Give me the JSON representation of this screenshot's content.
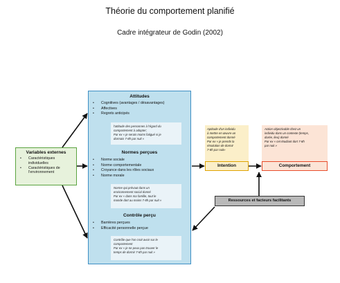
{
  "title": "Théorie du comportement planifié",
  "subtitle": "Cadre intégrateur de Godin (2002)",
  "attitudes": {
    "heading": "Attitudes",
    "items": [
      "Cognitives (avantages / désavantages)",
      "Affectives",
      "Regrets anticipés"
    ],
    "note": [
      "l'attitude des personnes à l'égard du",
      "comportement à adopter;",
      "Par ex « je serais moins fatigué si je",
      "dormais 7-8h par nuit »"
    ]
  },
  "normes": {
    "heading": "Normes perçues",
    "items": [
      "Norme sociale",
      "Norme comportementale",
      "Croyance dans les rôles sociaux",
      "Norme morale"
    ],
    "note": [
      "Norme qui prévaut dans un",
      "environnement social donné",
      "Par ex « dans ma famille, tout le",
      "monde dort au moins 7-8h par nuit »"
    ]
  },
  "controle": {
    "heading": "Contrôle perçu",
    "items": [
      "Barrières perçues",
      "Efficacité personnelle perçue"
    ],
    "note": [
      "Contrôle que l'on croit avoir sur le",
      "comportement",
      "Par ex « je ne peux pas trouver le",
      "temps de dormir 7-8h par nuit »"
    ]
  },
  "variables_externes": {
    "heading": "Variables externes",
    "items": [
      "Caractéristiques individuelles",
      "Caractéristiques de l'environnement"
    ]
  },
  "intention": {
    "label": "Intention",
    "desc": [
      "Aptitude d'un individu",
      "à mettre en œuvre un",
      "comportement donné",
      "Par ex « je prends la",
      "résolution de dormir",
      "7-8h par nuit»"
    ]
  },
  "comportement": {
    "label": "Comportement",
    "desc": [
      "Action objectivable chez un",
      "individu dans un contexte (temps,",
      "durée, lieu) donné",
      "Par ex « cet étudiant dort 7-8h",
      "par nuit »"
    ]
  },
  "ressources": {
    "label": "Ressources et facteurs facilitants"
  }
}
